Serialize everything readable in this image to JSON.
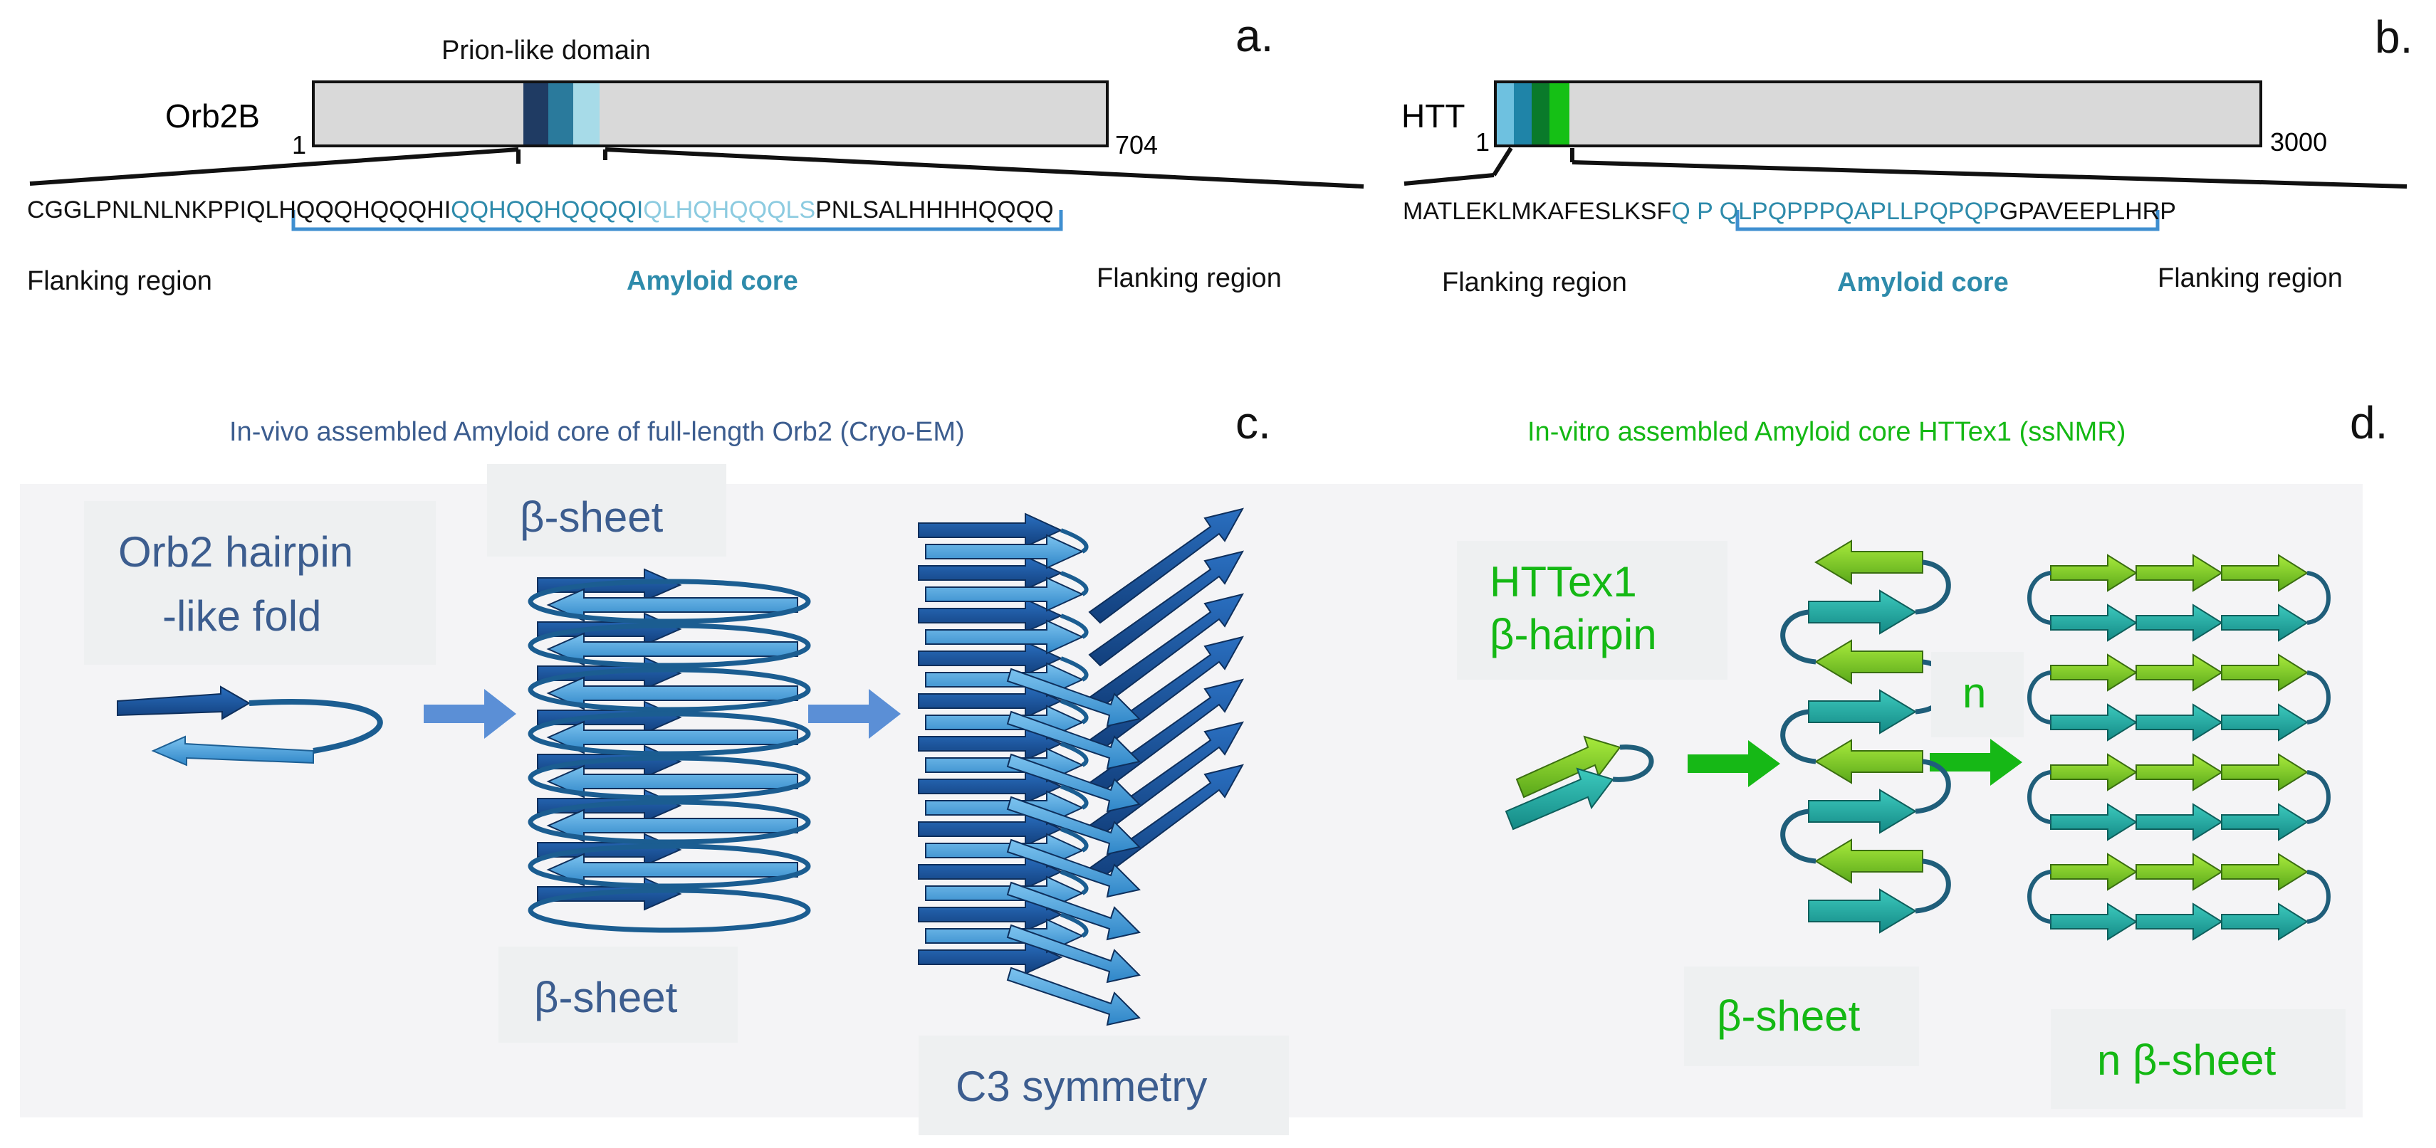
{
  "panels": {
    "a": "a.",
    "b": "b.",
    "c": "c.",
    "d": "d."
  },
  "colors": {
    "orb_dark": "#1f3b63",
    "orb_mid": "#2a7a9c",
    "orb_light": "#a7dbe8",
    "htt_teal": "#1f84a8",
    "htt_dark_green": "#0a7a2a",
    "htt_green": "#15c015",
    "bar_fill": "#d9d9d9",
    "strand_dark": "#1a5298",
    "strand_light": "#3f9bd8",
    "green_strand": "#7ed321",
    "teal_strand": "#1fa5a0",
    "arrow_blue": "#5b8fd6",
    "arrow_green": "#16b816",
    "background_panel": "#f4f4f6"
  },
  "orb2": {
    "domain_title": "Prion-like domain",
    "name": "Orb2B",
    "start": "1",
    "end": "704",
    "seq_flank_left": "CGGLPNLNLNKPPI",
    "seq_core_1": "QLHQQQHQQQHI",
    "seq_core_2": "QQHQQHQQQQI",
    "seq_core_3": "QLHQHQQQLS",
    "seq_flank_right": "PNLSALHHHHQQQQ",
    "label_flank_left": "Flanking region",
    "label_core": "Amyloid core",
    "label_flank_right": "Flanking region"
  },
  "htt": {
    "name": "HTT",
    "start": "1",
    "end": "3000",
    "seq_flank_left": "MATLEKLMKAFESLKSF",
    "seq_core": "Q P QLPQPPPQAPLLPQPQP",
    "seq_flank_right": "GPAVEEPLHRP",
    "label_flank_left": "Flanking region",
    "label_core": "Amyloid core",
    "label_flank_right": "Flanking region"
  },
  "panel_c": {
    "caption": "In-vivo assembled Amyloid core of full-length Orb2 (Cryo-EM)",
    "hairpin_label_line1": "Orb2 hairpin",
    "hairpin_label_line2": "-like fold",
    "sheet_top_label": "β-sheet",
    "sheet_bottom_label": "β-sheet",
    "symmetry_label": "C3 symmetry"
  },
  "panel_d": {
    "caption": "In-vitro assembled Amyloid core HTTex1 (ssNMR)",
    "hairpin_label_line1": "HTTex1",
    "hairpin_label_line2": "β-hairpin",
    "n_label": "n",
    "sheet_label": "β-sheet",
    "n_sheet_label": "n β-sheet"
  }
}
